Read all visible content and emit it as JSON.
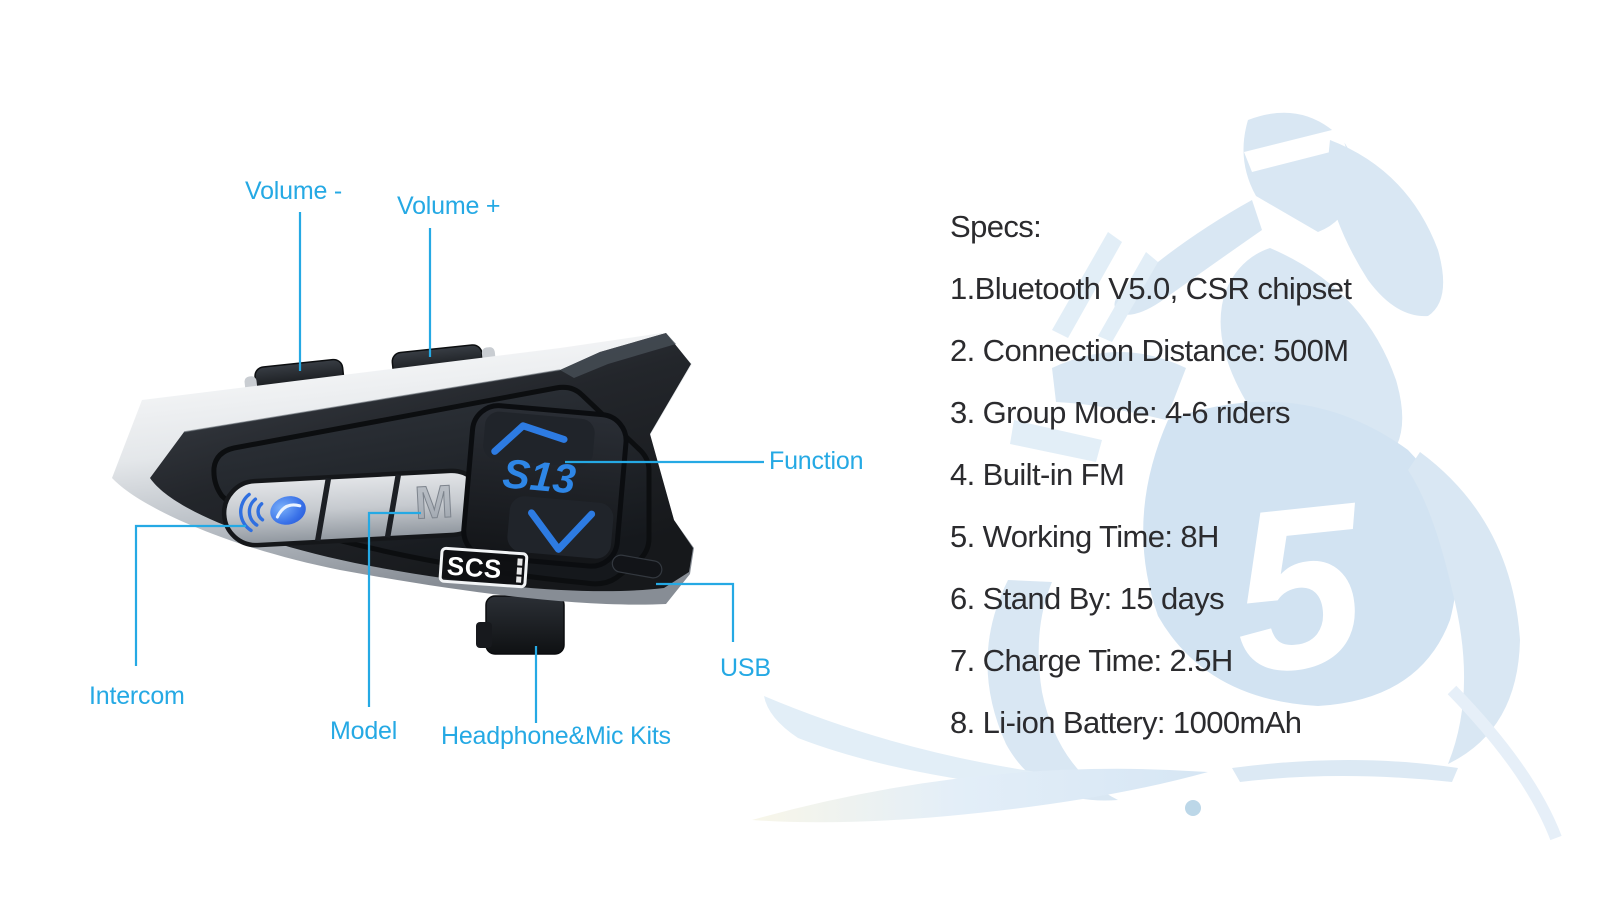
{
  "colors": {
    "callout_accent": "#25a9e4",
    "spec_text": "#2b2b2e",
    "device_blue": "#2d7be2",
    "watermark_blue": "#d9e7f3",
    "background": "#ffffff"
  },
  "watermark": {
    "numeral": "5"
  },
  "device": {
    "model_label": "S13",
    "brand_logo": "SCS",
    "mode_button_label": "M"
  },
  "callouts": {
    "volume_minus": "Volume -",
    "volume_plus": "Volume +",
    "function": "Function",
    "usb": "USB",
    "intercom": "Intercom",
    "model": "Model",
    "headphone_mic": "Headphone&Mic Kits"
  },
  "specs": {
    "title": "Specs:",
    "items": [
      "1.Bluetooth V5.0, CSR chipset",
      "2. Connection Distance: 500M",
      "3. Group Mode: 4-6 riders",
      "4. Built-in FM",
      "5. Working Time: 8H",
      "6. Stand By: 15 days",
      "7. Charge Time: 2.5H",
      "8. Li-ion Battery: 1000mAh"
    ]
  }
}
